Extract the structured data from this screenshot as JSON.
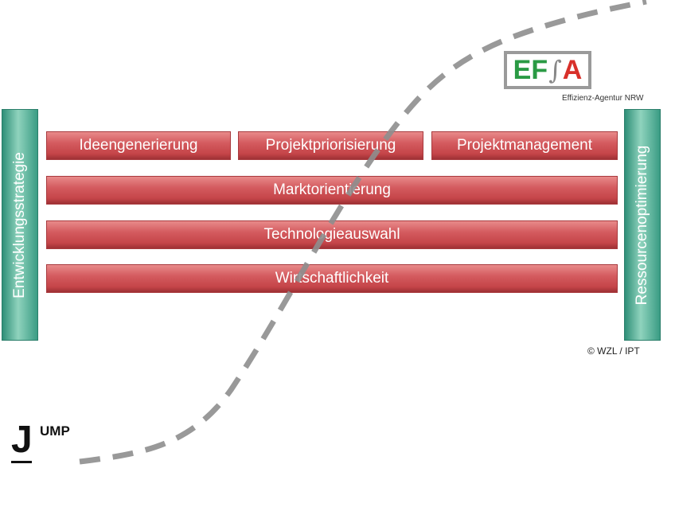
{
  "pillars": {
    "left": "Entwicklungsstrategie",
    "right": "Ressourcenoptimierung"
  },
  "bars": {
    "row1": [
      "Ideengenerierung",
      "Projektpriorisierung",
      "Projektmanagement"
    ],
    "row2": "Marktorientierung",
    "row3": "Technologieauswahl",
    "row4": "Wirtschaftlichkeit"
  },
  "logo": {
    "ef": "EF",
    "a": "A",
    "integral": "∫",
    "subtitle": "Effizienz-Agentur NRW"
  },
  "copyright": "© WZL / IPT",
  "jump": {
    "j": "J",
    "ump": "UMP"
  },
  "colors": {
    "bar": "#d45b5f",
    "pillar": "#5bb59c",
    "curve": "#909090"
  }
}
